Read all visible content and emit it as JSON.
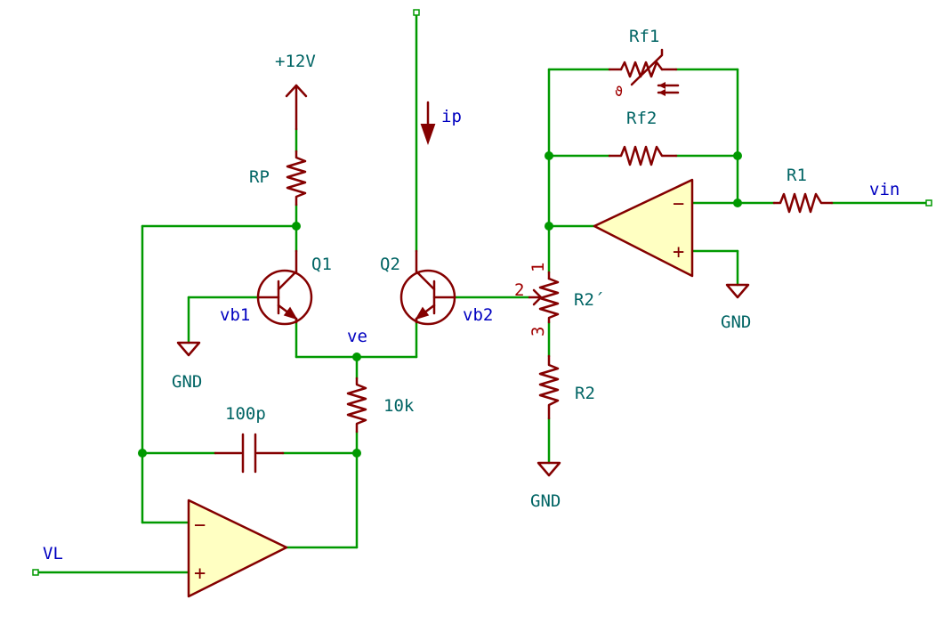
{
  "labels": {
    "supply": "+12V",
    "rp": "RP",
    "q1": "Q1",
    "q2": "Q2",
    "vb1": "vb1",
    "vb2": "vb2",
    "ve": "ve",
    "ip": "ip",
    "gnd_q1": "GND",
    "gnd_r2": "GND",
    "gnd_amp": "GND",
    "res_10k": "10k",
    "cap_100p": "100p",
    "vl": "VL",
    "rf1": "Rf1",
    "rf2": "Rf2",
    "r1": "R1",
    "vin": "vin",
    "r2prime": "R2´",
    "r2": "R2",
    "pin1": "1",
    "pin2": "2",
    "pin3": "3",
    "amp_top_minus": "−",
    "amp_top_plus": "+",
    "amp_bot_minus": "−",
    "amp_bot_plus": "+",
    "theta": "ϑ"
  },
  "colors": {
    "wire": "#009900",
    "component": "#840000",
    "opamp_fill": "#ffffc2",
    "reference": "#006464",
    "net_label": "#0000c0"
  }
}
